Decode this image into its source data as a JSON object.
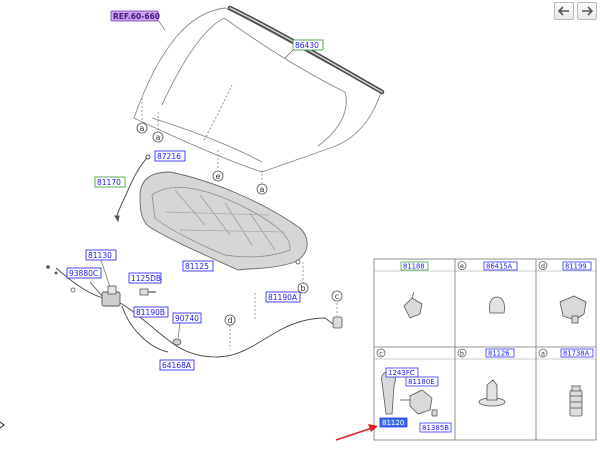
{
  "diagram": {
    "ref_label": "REF.60-660",
    "labels": {
      "86430": "86430",
      "87216": "87216",
      "81170": "81170",
      "81125": "81125",
      "81130": "81130",
      "93880C": "93880C",
      "1125DB": "1125DB",
      "81190B": "81190B",
      "90740": "90740",
      "64168A": "64168A",
      "81190A": "81190A"
    },
    "circle_refs": {
      "a1": "a",
      "a2": "a",
      "a3": "a",
      "e1": "e",
      "b1": "b",
      "c1": "c",
      "d1": "d"
    },
    "inset": {
      "cells": [
        {
          "letter": "",
          "part": "81188"
        },
        {
          "letter": "e",
          "part": "86415A"
        },
        {
          "letter": "d",
          "part": "81199"
        },
        {
          "letter": "c",
          "part": ""
        },
        {
          "letter": "b",
          "part": "81126"
        },
        {
          "letter": "a",
          "part": "81738A"
        }
      ],
      "cell_c_parts": {
        "p1": "1243FC",
        "p2": "81180E",
        "p3": "81120",
        "p4": "81385B"
      }
    }
  },
  "navigation": {
    "back_icon": "arrow-left-icon",
    "forward_icon": "arrow-right-icon"
  },
  "colors": {
    "label_border": "#1a1aff",
    "label_text": "#1a1aff",
    "label_border_green": "#2e9a2e",
    "ref_fill": "#c9a6e8",
    "highlight_fill": "#3d6fe0",
    "arrow": "#e02020",
    "hood_line": "#8a8a8a",
    "insulator_fill": "#d6d6d6"
  }
}
